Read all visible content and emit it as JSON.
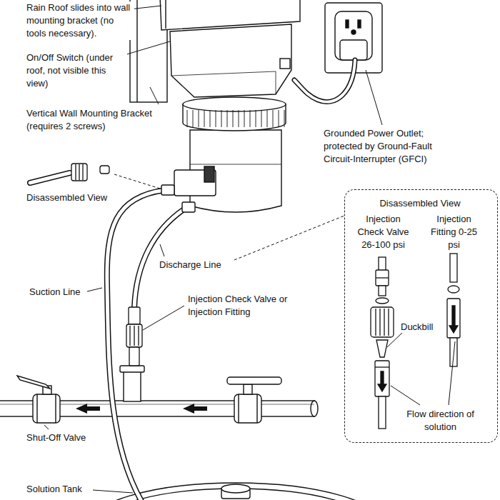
{
  "diagram": {
    "nodes": [
      {
        "text": [
          "Disassembled View",
          "Injection Check Valve 26-100 psi",
          "Injection Fitting 0-25 psi",
          "Duckbill",
          "Flow direction of solution"
        ]
      }
    ],
    "labels": [
      "Rain Roof slides into wall mounting bracket (no tools necessary).",
      "On/Off Switch (under roof, not visible this view)",
      "Vertical Wall Mounting Bracket (requires 2 screws)",
      "Grounded Power Outlet; protected by Ground-Fault Circuit-Interrupter (GFCI)",
      "Disassembled View",
      "Discharge Line",
      "Suction Line",
      "Injection Check Valve or Injection Fitting",
      "Shut-Off Valve",
      "Solution Tank"
    ]
  }
}
